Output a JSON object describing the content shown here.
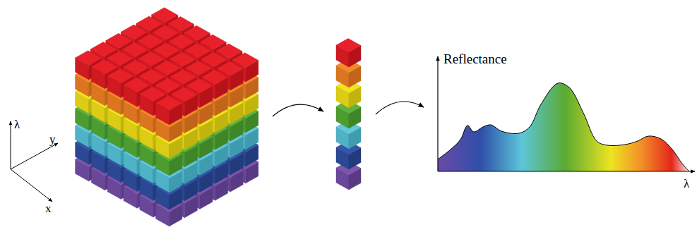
{
  "diagram": {
    "labels": [
      "λ",
      "y",
      "x",
      "Reflectance",
      "λ"
    ]
  }
}
